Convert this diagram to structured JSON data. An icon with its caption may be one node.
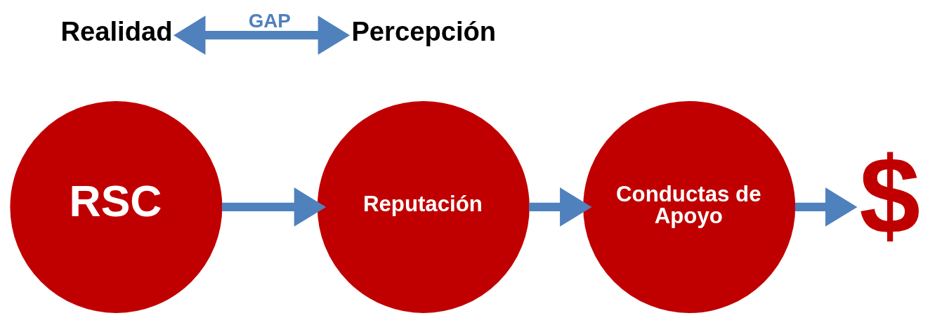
{
  "diagram": {
    "nodes": [
      {
        "text": [
          "RSC"
        ]
      },
      {
        "text": [
          "Reputación"
        ]
      },
      {
        "text": [
          "Conductas de Apoyo"
        ]
      },
      {
        "text": [
          "$"
        ]
      },
      {
        "text": [
          "Realidad"
        ]
      },
      {
        "text": [
          "Percepción"
        ]
      }
    ],
    "edges": [
      {
        "from": 0,
        "to": 1,
        "arrow": "to"
      },
      {
        "from": 1,
        "to": 2,
        "arrow": "to"
      },
      {
        "from": 2,
        "to": 3,
        "arrow": "to"
      },
      {
        "from": 4,
        "to": 5,
        "arrow": "both",
        "label": "GAP"
      }
    ]
  }
}
